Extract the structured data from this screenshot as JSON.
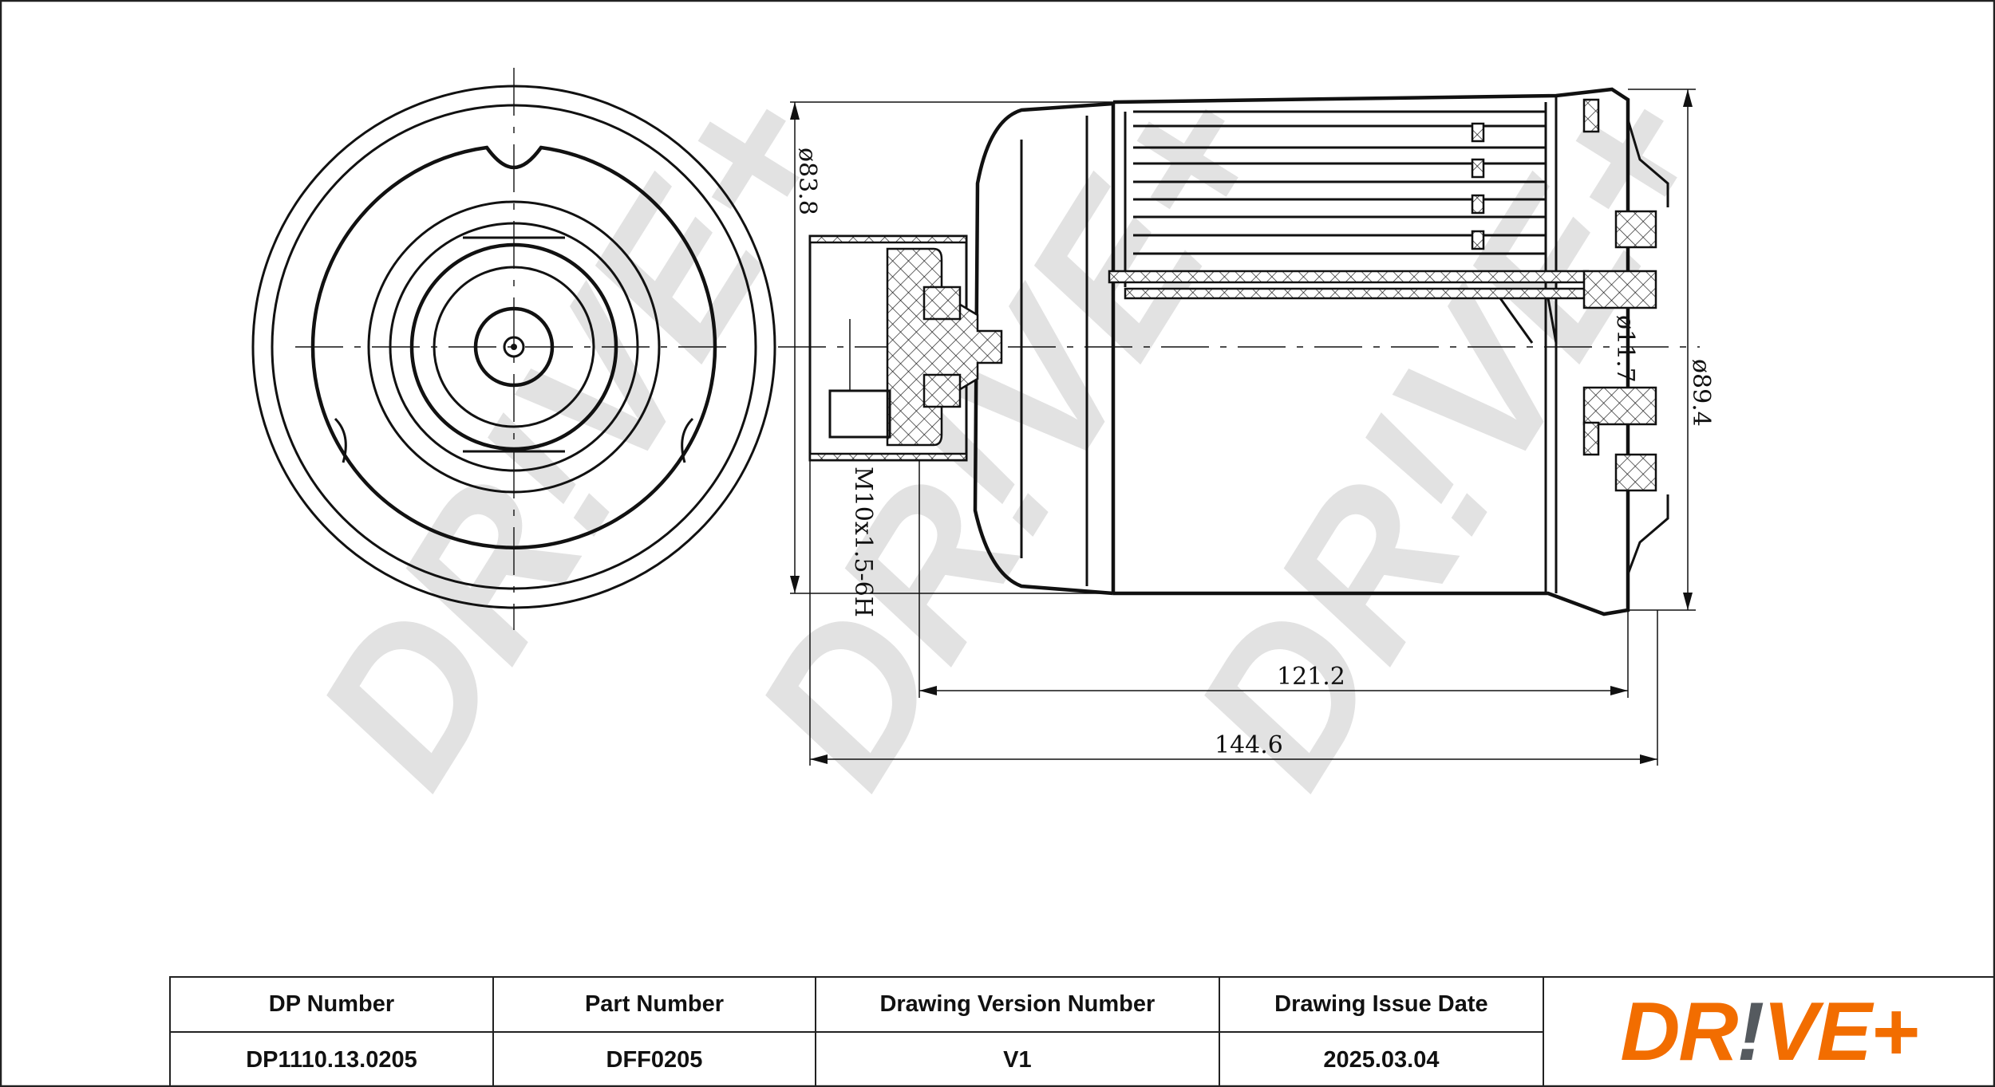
{
  "drawing": {
    "dimensions": {
      "body_diameter": "ø83.8",
      "flange_diameter": "ø89.4",
      "bore_diameter": "ø11.7",
      "thread": "M10x1.5-6H",
      "length_body": "121.2",
      "length_overall": "144.6"
    },
    "watermark": "DR!VE+"
  },
  "title_block": {
    "headers": [
      "DP Number",
      "Part Number",
      "Drawing Version Number",
      "Drawing Issue Date"
    ],
    "values": [
      "DP1110.13.0205",
      "DFF0205",
      "V1",
      "2025.03.04"
    ],
    "logo": {
      "text_a": "DR",
      "text_bang": "!",
      "text_b": "VE+",
      "colors": {
        "orange": "#f26d00",
        "gray": "#555a5f"
      }
    }
  }
}
